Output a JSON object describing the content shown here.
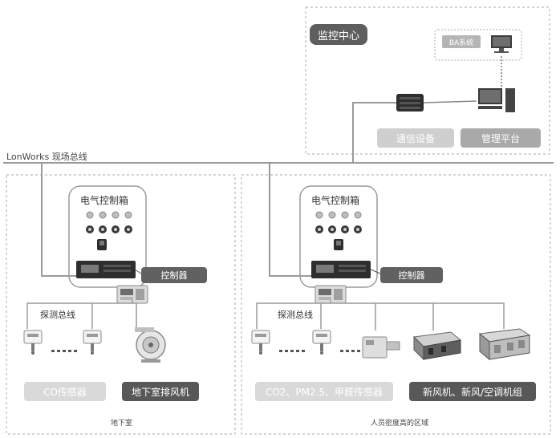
{
  "bus": {
    "label": "LonWorks 现场总线"
  },
  "monitor": {
    "title": "监控中心",
    "ba_label": "BA系统",
    "comm_button": "通信设备",
    "platform_button": "管理平台"
  },
  "left_zone": {
    "cabinet_title": "电气控制箱",
    "controller_tag": "控制器",
    "probe_bus": "探测总线",
    "sensor_button": "CO传感器",
    "fan_button": "地下室排风机",
    "zone_caption": "地下室"
  },
  "right_zone": {
    "cabinet_title": "电气控制箱",
    "controller_tag": "控制器",
    "probe_bus": "探测总线",
    "sensor_button": "CO2、PM2.5、甲醛传感器",
    "unit_button": "新风机、新风/空调机组",
    "zone_caption": "人员密度高的区域"
  },
  "colors": {
    "bus_line": "#9a9a9a",
    "dashed_border": "#a8a8a8",
    "pill_dark": "#5e5e5e",
    "button_light": "#d9d9d9",
    "button_mid": "#a9a9a9",
    "button_dark": "#585858"
  }
}
